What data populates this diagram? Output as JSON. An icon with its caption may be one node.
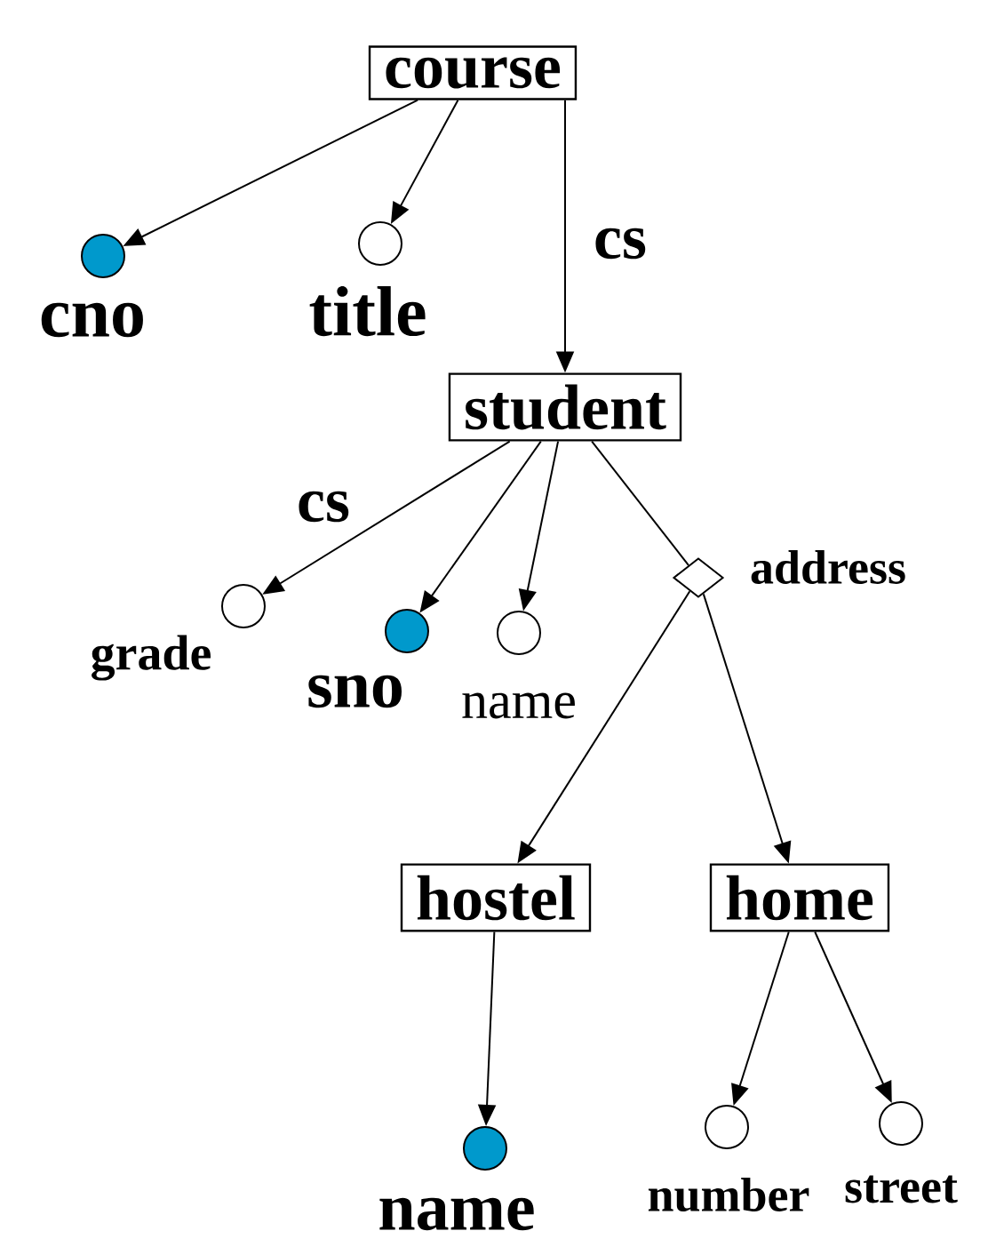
{
  "diagram": {
    "nodes": [
      {
        "text": [
          "course"
        ]
      },
      {
        "text": [],
        "shape": "circle",
        "beside": [
          "cno"
        ]
      },
      {
        "text": [],
        "shape": "circle",
        "beside": [
          "title"
        ]
      },
      {
        "text": [
          "student"
        ]
      },
      {
        "text": [],
        "shape": "circle",
        "beside": [
          "grade"
        ]
      },
      {
        "text": [],
        "shape": "circle",
        "beside": [
          "sno"
        ]
      },
      {
        "text": [],
        "shape": "circle",
        "beside": [
          "name"
        ]
      },
      {
        "text": [],
        "shape": "diamond",
        "beside": [
          "address"
        ]
      },
      {
        "text": [
          "hostel"
        ]
      },
      {
        "text": [
          "home"
        ]
      },
      {
        "text": [],
        "shape": "circle",
        "beside": [
          "name"
        ]
      },
      {
        "text": [],
        "shape": "circle",
        "beside": [
          "number"
        ]
      },
      {
        "text": [],
        "shape": "circle",
        "beside": [
          "street"
        ]
      }
    ],
    "edges": [
      {
        "from": 0,
        "to": 1,
        "arrow": "to"
      },
      {
        "from": 0,
        "to": 2,
        "arrow": "to"
      },
      {
        "from": 0,
        "to": 3,
        "arrow": "to",
        "label": "cs"
      },
      {
        "from": 3,
        "to": 4,
        "arrow": "to",
        "label": "cs"
      },
      {
        "from": 3,
        "to": 5,
        "arrow": "to"
      },
      {
        "from": 3,
        "to": 6,
        "arrow": "to"
      },
      {
        "from": 3,
        "to": 7,
        "arrow": "none"
      },
      {
        "from": 7,
        "to": 8,
        "arrow": "to"
      },
      {
        "from": 7,
        "to": 9,
        "arrow": "to"
      },
      {
        "from": 8,
        "to": 10,
        "arrow": "to"
      },
      {
        "from": 9,
        "to": 11,
        "arrow": "to"
      },
      {
        "from": 9,
        "to": 12,
        "arrow": "to"
      }
    ]
  }
}
